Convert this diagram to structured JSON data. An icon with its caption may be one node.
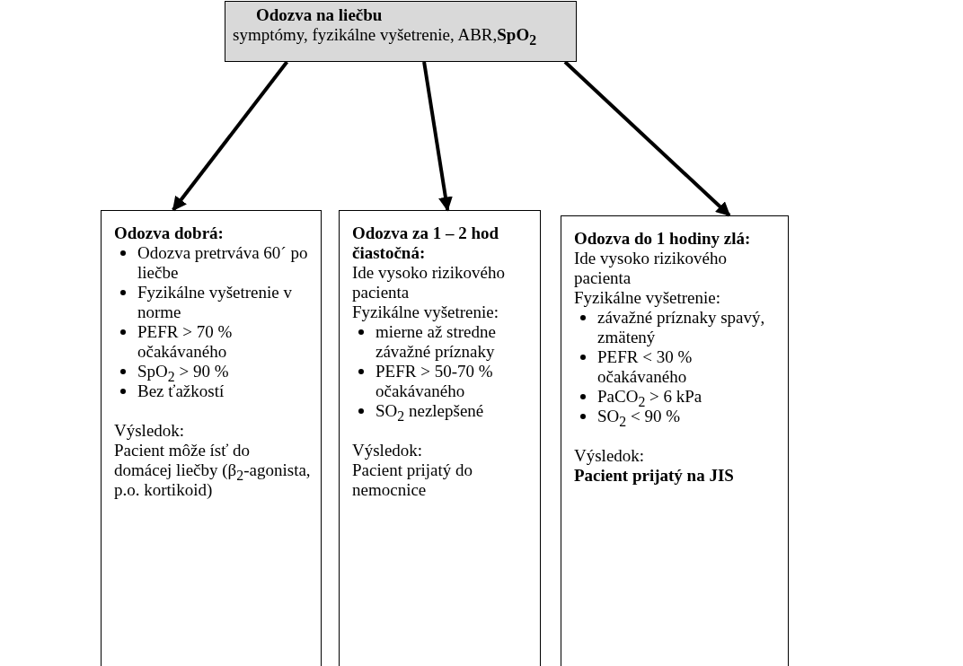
{
  "diagram": {
    "nodes": [
      {
        "text": [
          "Odozva na liečbu",
          "symptómy, fyzikálne vyšetrenie, ABR,**SpO$_{2}$**"
        ]
      },
      {
        "text": [
          "Odozva dobrá:",
          "Odozva pretrváva 60´ po liečbe",
          "Fyzikálne vyšetrenie v norme",
          "PEFR > 70 % očakávaného",
          "SpO$_{2}$ > 90 %",
          "Bez ťažkostí",
          "Výsledok:",
          "Pacient môže ísť do domácej liečby (β$_{2}$-agonista, p.o. kortikoid)"
        ]
      },
      {
        "text": [
          "Odozva za 1 – 2 hod čiastočná:",
          "Ide vysoko rizikového pacienta",
          "Fyzikálne vyšetrenie:",
          "mierne až stredne závažné príznaky",
          "PEFR > 50-70 % očakávaného",
          "SO$_{2}$ nezlepšené",
          "Výsledok:",
          "Pacient prijatý do nemocnice"
        ]
      },
      {
        "text": [
          "Odozva do 1 hodiny zlá:",
          "Ide vysoko rizikového pacienta",
          "Fyzikálne vyšetrenie:",
          "závažné príznaky spavý, zmätený",
          "PEFR < 30 % očakávaného",
          "PaCO$_{2}$ > 6 kPa",
          "SO$_{2}$ < 90 %",
          "Výsledok:",
          "Pacient prijatý na JIS"
        ]
      }
    ],
    "edges": [
      {
        "from": 0,
        "to": 1,
        "arrow": "to"
      },
      {
        "from": 0,
        "to": 2,
        "arrow": "to"
      },
      {
        "from": 0,
        "to": 3,
        "arrow": "to"
      }
    ]
  }
}
